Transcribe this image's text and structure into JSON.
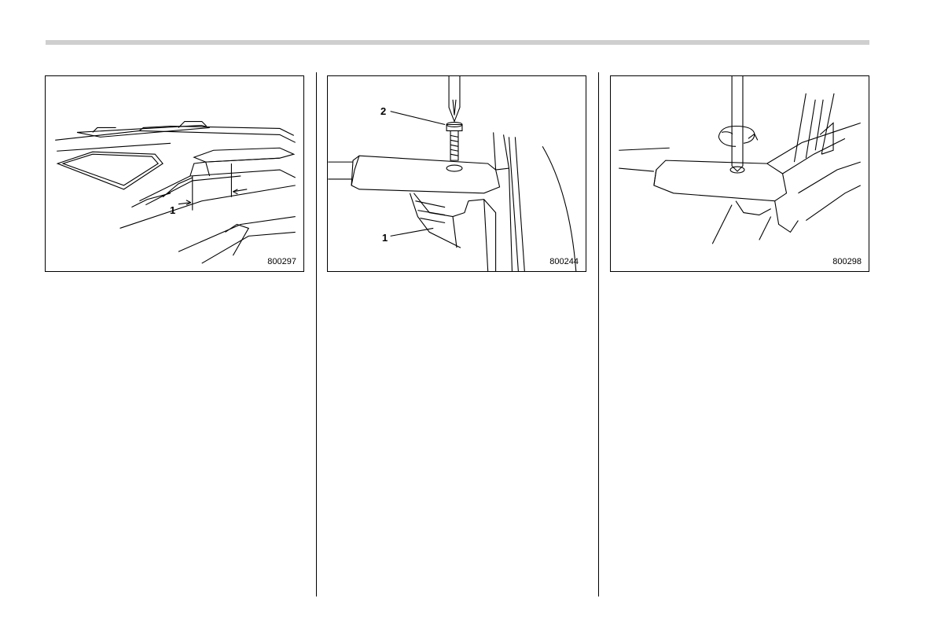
{
  "figures": [
    {
      "code": "800297",
      "callouts": [
        "1"
      ]
    },
    {
      "code": "800244",
      "callouts": [
        "1",
        "2"
      ]
    },
    {
      "code": "800298",
      "callouts": []
    }
  ]
}
